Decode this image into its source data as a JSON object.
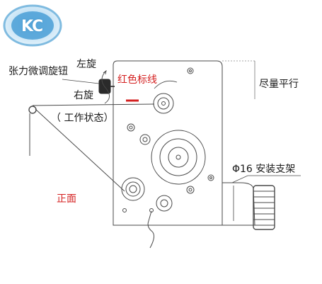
{
  "logo": {
    "text": "KC",
    "color": "#4a9fd6"
  },
  "labels": {
    "knob": "张力微调旋钮",
    "left_turn": "左旋",
    "right_turn": "右旋",
    "red_line": "红色标线",
    "working_state": "（ 工作状态）",
    "keep_level": "尽量平行",
    "mount": "Φ16 安装支架",
    "front": "正面"
  },
  "colors": {
    "line": "#4a4a4a",
    "red_text": "#d42020",
    "red_mark": "#d42020",
    "text": "#1a1a1a"
  },
  "icons": [
    "logo-badge-icon",
    "tension-knob-icon",
    "pulley-icon",
    "mount-knob-icon"
  ]
}
